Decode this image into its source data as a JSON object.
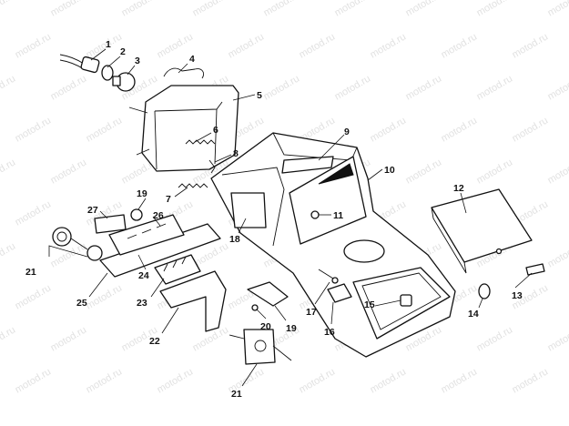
{
  "watermark": {
    "text": "motod.ru",
    "color": "#c9c9c9"
  },
  "callouts": [
    {
      "id": "c1",
      "label": "1"
    },
    {
      "id": "c2",
      "label": "2"
    },
    {
      "id": "c3",
      "label": "3"
    },
    {
      "id": "c4",
      "label": "4"
    },
    {
      "id": "c5",
      "label": "5"
    },
    {
      "id": "c6",
      "label": "6"
    },
    {
      "id": "c7",
      "label": "7"
    },
    {
      "id": "c8",
      "label": "8"
    },
    {
      "id": "c9",
      "label": "9"
    },
    {
      "id": "c10",
      "label": "10"
    },
    {
      "id": "c11",
      "label": "11"
    },
    {
      "id": "c12",
      "label": "12"
    },
    {
      "id": "c13",
      "label": "13"
    },
    {
      "id": "c14",
      "label": "14"
    },
    {
      "id": "c15",
      "label": "15"
    },
    {
      "id": "c16",
      "label": "16"
    },
    {
      "id": "c17",
      "label": "17"
    },
    {
      "id": "c18",
      "label": "18"
    },
    {
      "id": "c19a",
      "label": "19"
    },
    {
      "id": "c19b",
      "label": "19"
    },
    {
      "id": "c20",
      "label": "20"
    },
    {
      "id": "c21a",
      "label": "21"
    },
    {
      "id": "c21b",
      "label": "21"
    },
    {
      "id": "c22",
      "label": "22"
    },
    {
      "id": "c23",
      "label": "23"
    },
    {
      "id": "c24",
      "label": "24"
    },
    {
      "id": "c25",
      "label": "25"
    },
    {
      "id": "c26",
      "label": "26"
    },
    {
      "id": "c27",
      "label": "27"
    }
  ]
}
